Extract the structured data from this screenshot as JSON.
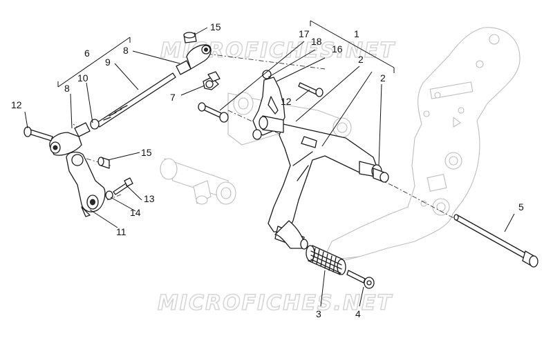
{
  "watermark": {
    "text_top": "MICROFICHES.NET",
    "text_bottom": "MICROFICHES.NET"
  },
  "callouts": [
    {
      "id": "c1",
      "label": "1"
    },
    {
      "id": "c2a",
      "label": "2"
    },
    {
      "id": "c2b",
      "label": "2"
    },
    {
      "id": "c3",
      "label": "3"
    },
    {
      "id": "c4",
      "label": "4"
    },
    {
      "id": "c5",
      "label": "5"
    },
    {
      "id": "c6",
      "label": "6"
    },
    {
      "id": "c7",
      "label": "7"
    },
    {
      "id": "c8a",
      "label": "8"
    },
    {
      "id": "c8b",
      "label": "8"
    },
    {
      "id": "c9",
      "label": "9"
    },
    {
      "id": "c10",
      "label": "10"
    },
    {
      "id": "c11",
      "label": "11"
    },
    {
      "id": "c12a",
      "label": "12"
    },
    {
      "id": "c12b",
      "label": "12"
    },
    {
      "id": "c13",
      "label": "13"
    },
    {
      "id": "c14",
      "label": "14"
    },
    {
      "id": "c15a",
      "label": "15"
    },
    {
      "id": "c15b",
      "label": "15"
    },
    {
      "id": "c16",
      "label": "16"
    },
    {
      "id": "c17",
      "label": "17"
    },
    {
      "id": "c18",
      "label": "18"
    }
  ]
}
